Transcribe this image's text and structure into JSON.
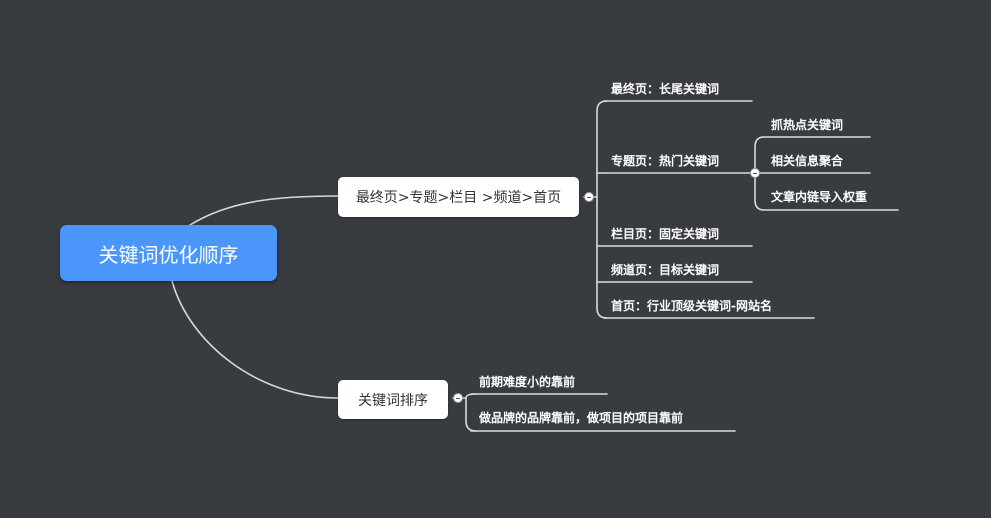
{
  "root": {
    "label": "关键词优化顺序"
  },
  "branches": [
    {
      "label": "最终页>专题>栏目 >频道>首页",
      "children": [
        {
          "label": "最终页：长尾关键词"
        },
        {
          "label": "专题页：热门关键词",
          "children": [
            {
              "label": "抓热点关键词"
            },
            {
              "label": "相关信息聚合"
            },
            {
              "label": "文章内链导入权重"
            }
          ]
        },
        {
          "label": "栏目页：固定关键词"
        },
        {
          "label": "频道页：目标关键词"
        },
        {
          "label": "首页：行业顶级关键词-网站名"
        }
      ]
    },
    {
      "label": "关键词排序",
      "children": [
        {
          "label": "前期难度小的靠前"
        },
        {
          "label": "做品牌的品牌靠前，做项目的项目靠前"
        }
      ]
    }
  ],
  "colors": {
    "background": "#383b40",
    "root": "#4b96fa",
    "line": "#d7d9dc"
  }
}
